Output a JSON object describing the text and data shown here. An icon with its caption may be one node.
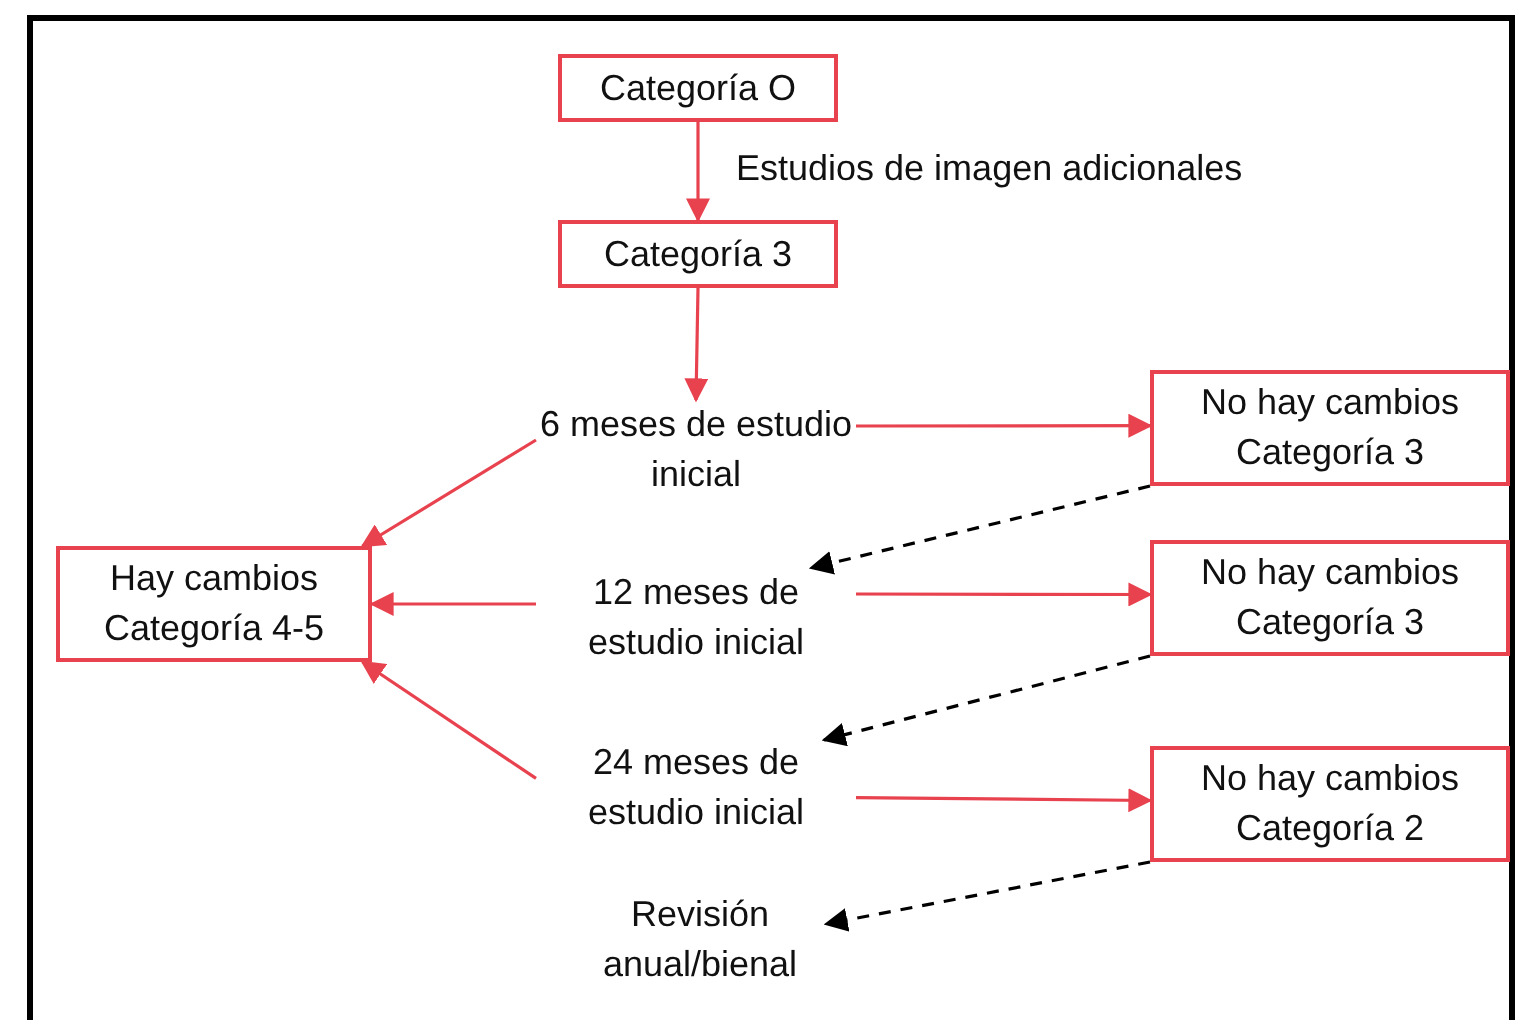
{
  "diagram": {
    "nodes": [
      {
        "text": [
          "Categoría O"
        ]
      },
      {
        "text": [
          "Categoría 3"
        ]
      },
      {
        "text": [
          "6 meses de estudio inicial"
        ]
      },
      {
        "text": [
          "No hay cambios Categoría 3"
        ]
      },
      {
        "text": [
          "Hay cambios Categoría 4-5"
        ]
      },
      {
        "text": [
          "12 meses de estudio inicial"
        ]
      },
      {
        "text": [
          "No hay cambios Categoría 3"
        ]
      },
      {
        "text": [
          "24 meses de estudio inicial"
        ]
      },
      {
        "text": [
          "No hay cambios Categoría 2"
        ]
      },
      {
        "text": [
          "Revisión anual/bienal"
        ]
      }
    ],
    "edges": [
      {
        "from": 0,
        "to": 1,
        "arrow": "to",
        "label": "Estudios de imagen adicionales"
      },
      {
        "from": 1,
        "to": 2,
        "arrow": "to"
      },
      {
        "from": 2,
        "to": 3,
        "arrow": "to"
      },
      {
        "from": 3,
        "to": 5,
        "arrow": "to",
        "style": "dashed",
        "color": "#000000"
      },
      {
        "from": 2,
        "to": 4,
        "arrow": "to"
      },
      {
        "from": 5,
        "to": 6,
        "arrow": "to"
      },
      {
        "from": 5,
        "to": 4,
        "arrow": "to"
      },
      {
        "from": 6,
        "to": 7,
        "arrow": "to",
        "style": "dashed",
        "color": "#000000"
      },
      {
        "from": 7,
        "to": 8,
        "arrow": "to"
      },
      {
        "from": 7,
        "to": 4,
        "arrow": "to"
      },
      {
        "from": 8,
        "to": 9,
        "arrow": "to",
        "style": "dashed",
        "color": "#000000"
      }
    ]
  }
}
